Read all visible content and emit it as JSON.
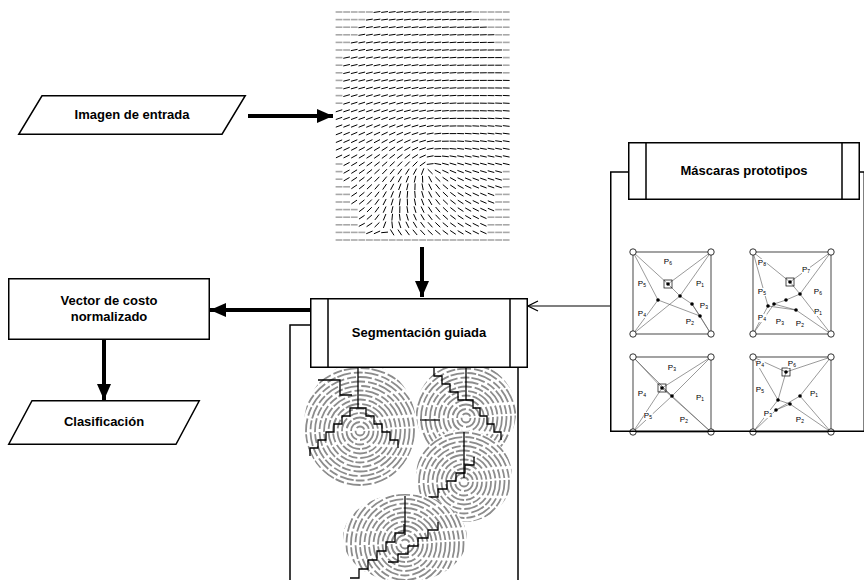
{
  "diagram": {
    "nodes": [
      {
        "text": [
          "Imagen de entrada"
        ]
      },
      {
        "text": [
          "Máscaras prototipos"
        ]
      },
      {
        "text": [
          "Vector de costo normalizado"
        ]
      },
      {
        "text": [
          "Segmentación guiada"
        ]
      },
      {
        "text": [
          "Clasificación"
        ]
      }
    ],
    "edges": [
      {
        "from": 1,
        "to": 3,
        "arrow": "to"
      },
      {
        "from": 3,
        "to": 2,
        "arrow": "to"
      },
      {
        "from": 2,
        "to": 4,
        "arrow": "to"
      }
    ],
    "labels": [
      "P₆",
      "P₅",
      "P₄",
      "P₁",
      "P₃",
      "P₂",
      "P₈",
      "P₇",
      "P₅",
      "P₆",
      "P₁",
      "P₄",
      "P₃",
      "P₂",
      "P₃",
      "P₄",
      "P₁",
      "P₅",
      "P₂",
      "P₄",
      "P₆",
      "P₅",
      "P₁",
      "P₃",
      "P₂"
    ]
  }
}
